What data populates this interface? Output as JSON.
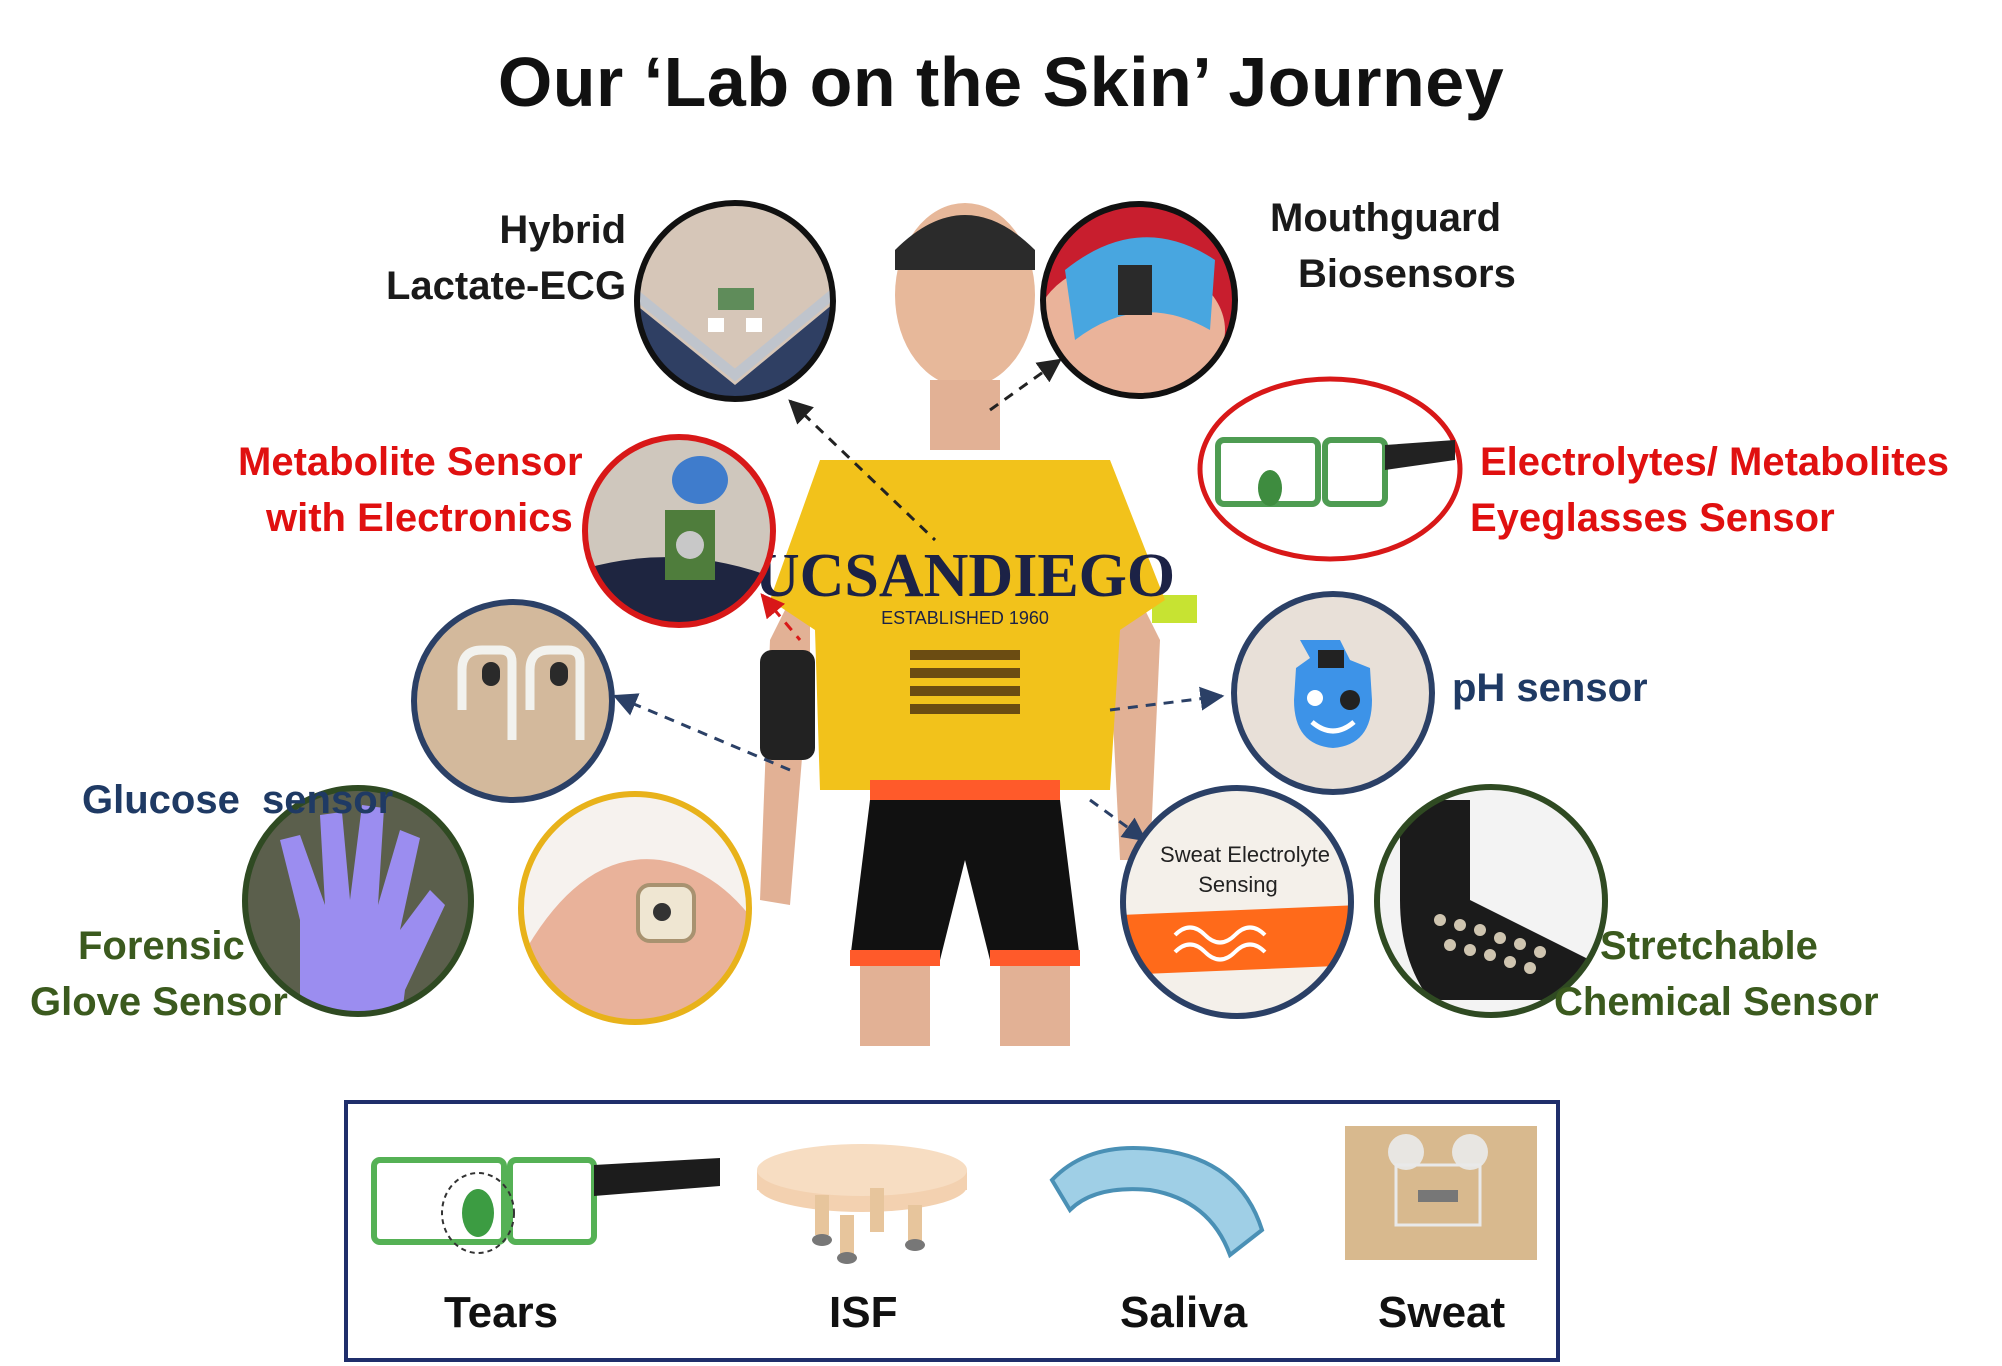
{
  "title": "Our ‘Lab on the Skin’ Journey",
  "sensors": {
    "hybrid": [
      "Hybrid",
      "Lactate-ECG"
    ],
    "mouthguard": [
      "Mouthguard",
      "Biosensors"
    ],
    "metabolite": [
      "Metabolite Sensor",
      "with Electronics"
    ],
    "eyeglasses": [
      "Electrolytes/ Metabolites",
      "Eyeglasses Sensor"
    ],
    "glucose": [
      "Glucose  sensor"
    ],
    "ph": [
      "pH sensor"
    ],
    "forensic": [
      "Forensic",
      "Glove Sensor"
    ],
    "stretchable": [
      "Stretchable",
      "Chemical Sensor"
    ]
  },
  "photo_text": {
    "shirt": "UCSANDIEGO",
    "shirt_sub": "ESTABLISHED 1960",
    "sweat_band": [
      "Sweat Electrolyte",
      "Sensing"
    ]
  },
  "biofluids": [
    "Tears",
    "ISF",
    "Saliva",
    "Sweat"
  ],
  "colors": {
    "red": "#e01010",
    "navy": "#1f3a64",
    "green": "#3b5a1e",
    "gold": "#e8b21a",
    "legend_border": "#1f2e6b",
    "shirt": "#f2c21b"
  }
}
